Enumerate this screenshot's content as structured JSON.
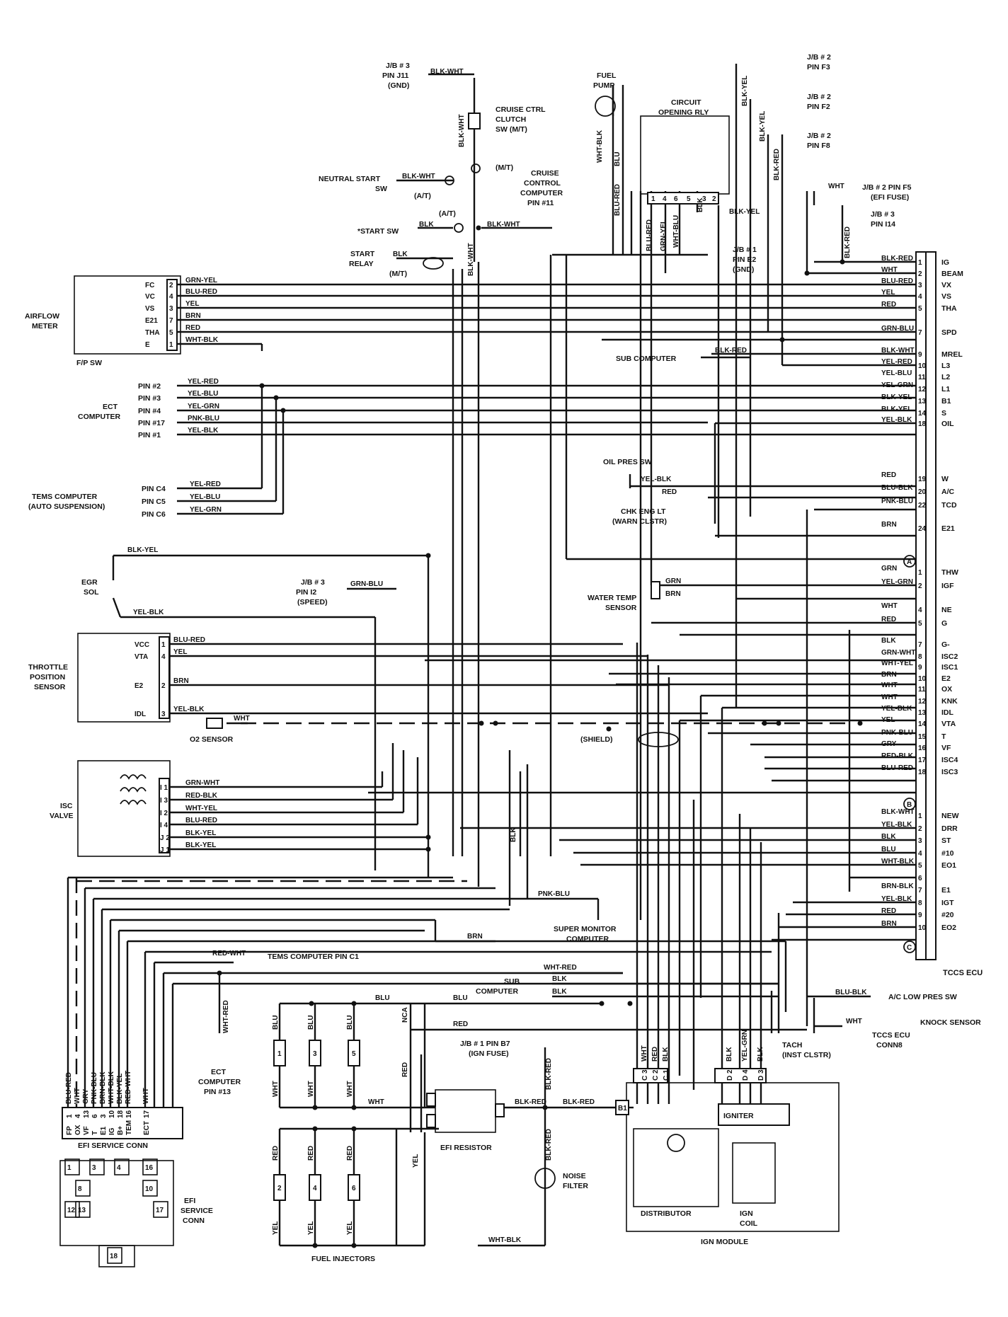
{
  "ecu": {
    "title": "TCCS ECU",
    "section_a": [
      {
        "pin": "1",
        "name": "IG",
        "wire": "BLK-RED"
      },
      {
        "pin": "2",
        "name": "BEAM",
        "wire": "WHT"
      },
      {
        "pin": "3",
        "name": "VX",
        "wire": "BLU-RED"
      },
      {
        "pin": "4",
        "name": "VS",
        "wire": "YEL"
      },
      {
        "pin": "5",
        "name": "THA",
        "wire": "RED"
      },
      {
        "pin": "7",
        "name": "SPD",
        "wire": "GRN-BLU"
      },
      {
        "pin": "9",
        "name": "MREL",
        "wire": "BLK-WHT"
      },
      {
        "pin": "10",
        "name": "L3",
        "wire": "YEL-RED"
      },
      {
        "pin": "11",
        "name": "L2",
        "wire": "YEL-BLU"
      },
      {
        "pin": "12",
        "name": "L1",
        "wire": "YEL-GRN"
      },
      {
        "pin": "13",
        "name": "B1",
        "wire": "BLK-YEL"
      },
      {
        "pin": "14",
        "name": "S",
        "wire": "BLK-YEL"
      },
      {
        "pin": "18",
        "name": "OIL",
        "wire": "YEL-BLK"
      },
      {
        "pin": "19",
        "name": "W",
        "wire": "RED"
      },
      {
        "pin": "20",
        "name": "A/C",
        "wire": "BLU-BLK"
      },
      {
        "pin": "22",
        "name": "TCD",
        "wire": "PNK-BLU"
      },
      {
        "pin": "24",
        "name": "E21",
        "wire": "BRN"
      }
    ],
    "marker_a": "A",
    "section_b": [
      {
        "pin": "1",
        "name": "THW",
        "wire": "GRN"
      },
      {
        "pin": "2",
        "name": "IGF",
        "wire": "YEL-GRN"
      },
      {
        "pin": "4",
        "name": "NE",
        "wire": "WHT"
      },
      {
        "pin": "5",
        "name": "G",
        "wire": "RED"
      },
      {
        "pin": "7",
        "name": "G-",
        "wire": "BLK"
      },
      {
        "pin": "8",
        "name": "ISC2",
        "wire": "GRN-WHT"
      },
      {
        "pin": "9",
        "name": "ISC1",
        "wire": "WHT-YEL"
      },
      {
        "pin": "10",
        "name": "E2",
        "wire": "BRN"
      },
      {
        "pin": "11",
        "name": "OX",
        "wire": "WHT"
      },
      {
        "pin": "12",
        "name": "KNK",
        "wire": "WHT"
      },
      {
        "pin": "13",
        "name": "IDL",
        "wire": "YEL-BLK"
      },
      {
        "pin": "14",
        "name": "VTA",
        "wire": "YEL"
      },
      {
        "pin": "15",
        "name": "T",
        "wire": "PNK-BLU"
      },
      {
        "pin": "16",
        "name": "VF",
        "wire": "GRY"
      },
      {
        "pin": "17",
        "name": "ISC4",
        "wire": "RED-BLK"
      },
      {
        "pin": "18",
        "name": "ISC3",
        "wire": "BLU-RED"
      }
    ],
    "marker_b": "B",
    "section_c": [
      {
        "pin": "1",
        "name": "NEW",
        "wire": "BLK-WHT"
      },
      {
        "pin": "2",
        "name": "DRR",
        "wire": "YEL-BLK"
      },
      {
        "pin": "3",
        "name": "ST",
        "wire": "BLK"
      },
      {
        "pin": "4",
        "name": "#10",
        "wire": "BLU"
      },
      {
        "pin": "5",
        "name": "EO1",
        "wire": "WHT-BLK"
      },
      {
        "pin": "6",
        "name": "",
        "wire": ""
      },
      {
        "pin": "7",
        "name": "E1",
        "wire": "BRN-BLK"
      },
      {
        "pin": "8",
        "name": "IGT",
        "wire": "YEL-BLK"
      },
      {
        "pin": "9",
        "name": "#20",
        "wire": "RED"
      },
      {
        "pin": "10",
        "name": "EO2",
        "wire": "BRN"
      }
    ],
    "marker_c": "C"
  },
  "top": {
    "jb3_j11": {
      "line1": "J/B # 3",
      "line2": "PIN J11",
      "line3": "(GND)",
      "wire": "BLK-WHT"
    },
    "cruise_clutch": {
      "line1": "CRUISE CTRL",
      "line2": "CLUTCH",
      "line3": "SW (M/T)"
    },
    "neutral_start": {
      "line1": "NEUTRAL START",
      "line2": "SW",
      "wire": "BLK-WHT",
      "at": "(A/T)",
      "mt": "(M/T)"
    },
    "cruise_computer": {
      "line1": "CRUISE",
      "line2": "CONTROL",
      "line3": "COMPUTER",
      "line4": "PIN #11",
      "wire": "BLK-WHT"
    },
    "start_sw": {
      "label": "*START SW",
      "wire": "BLK",
      "at": "(A/T)"
    },
    "start_relay": {
      "line1": "START",
      "line2": "RELAY",
      "wire": "BLK",
      "mt": "(M/T)",
      "vwire": "BLK-WHT"
    },
    "fuel_pump": {
      "line1": "FUEL",
      "line2": "PUMP",
      "w1": "WHT-BLK",
      "w2": "BLU",
      "w3": "BLU-RED"
    },
    "circuit_relay": {
      "line1": "CIRCUIT",
      "line2": "OPENING RLY",
      "pins": [
        "1",
        "4",
        "6",
        "5",
        "3",
        "2"
      ],
      "w1": "BLU-RED",
      "w2": "GRN-YEL",
      "w3": "WHT-BLU",
      "w4": "BLK",
      "w5": "BLK-YEL"
    },
    "jb1_e2": {
      "line1": "J/B # 1",
      "line2": "PIN E2",
      "line3": "(GND)"
    },
    "jb2_f3": {
      "line1": "J/B # 2",
      "line2": "PIN F3",
      "wire": "BLK-YEL"
    },
    "jb2_f2": {
      "line1": "J/B # 2",
      "line2": "PIN F2",
      "wire": "BLK-YEL"
    },
    "jb2_f8": {
      "line1": "J/B # 2",
      "line2": "PIN F8",
      "wire": "BLK-RED"
    },
    "jb2_f5": {
      "line1": "J/B # 2 PIN F5",
      "line2": "(EFI FUSE)",
      "wire": "WHT"
    },
    "jb3_i14": {
      "line1": "J/B # 3",
      "line2": "PIN I14",
      "wire": "BLK-RED"
    }
  },
  "airflow": {
    "label1": "AIRFLOW",
    "label2": "METER",
    "fpsw": "F/P SW",
    "pins": [
      {
        "name": "FC",
        "num": "2",
        "wire": "GRN-YEL"
      },
      {
        "name": "VC",
        "num": "4",
        "wire": "BLU-RED"
      },
      {
        "name": "VS",
        "num": "3",
        "wire": "YEL"
      },
      {
        "name": "E21",
        "num": "7",
        "wire": "BRN"
      },
      {
        "name": "THA",
        "num": "5",
        "wire": "RED"
      },
      {
        "name": "E",
        "num": "1",
        "wire": "WHT-BLK"
      }
    ]
  },
  "ect": {
    "label1": "ECT",
    "label2": "COMPUTER",
    "pins": [
      {
        "name": "PIN #2",
        "wire": "YEL-RED"
      },
      {
        "name": "PIN #3",
        "wire": "YEL-BLU"
      },
      {
        "name": "PIN #4",
        "wire": "YEL-GRN"
      },
      {
        "name": "PIN #17",
        "wire": "PNK-BLU"
      },
      {
        "name": "PIN #1",
        "wire": "YEL-BLK"
      }
    ]
  },
  "tems": {
    "label1": "TEMS COMPUTER",
    "label2": "(AUTO SUSPENSION)",
    "pins": [
      {
        "name": "PIN C4",
        "wire": "YEL-RED"
      },
      {
        "name": "PIN C5",
        "wire": "YEL-BLU"
      },
      {
        "name": "PIN C6",
        "wire": "YEL-GRN"
      }
    ]
  },
  "subcomp_top": {
    "label": "SUB COMPUTER",
    "wire": "BLK-RED"
  },
  "oil": {
    "label": "OIL PRES SW",
    "wire": "YEL-BLK"
  },
  "chk": {
    "line1": "CHK ENG LT",
    "line2": "(WARN CLSTR)",
    "wire": "RED"
  },
  "egr": {
    "line1": "EGR",
    "line2": "SOL",
    "w1": "BLK-YEL",
    "w2": "YEL-BLK"
  },
  "jb3_i12": {
    "line1": "J/B # 3",
    "line2": "PIN I2",
    "line3": "(SPEED)",
    "wire": "GRN-BLU"
  },
  "water": {
    "line1": "WATER TEMP",
    "line2": "SENSOR",
    "w1": "GRN",
    "w2": "BRN"
  },
  "tps": {
    "line1": "THROTTLE",
    "line2": "POSITION",
    "line3": "SENSOR",
    "pins": [
      {
        "name": "VCC",
        "num": "1",
        "wire": "BLU-RED"
      },
      {
        "name": "VTA",
        "num": "4",
        "wire": "YEL"
      },
      {
        "name": "E2",
        "num": "2",
        "wire": "BRN"
      },
      {
        "name": "IDL",
        "num": "3",
        "wire": "YEL-BLK"
      }
    ]
  },
  "o2": {
    "label": "O2 SENSOR",
    "wire": "WHT",
    "shield": "(SHIELD)"
  },
  "isc": {
    "line1": "ISC",
    "line2": "VALVE",
    "pins": [
      {
        "num": "I 1",
        "wire": "GRN-WHT"
      },
      {
        "num": "I 3",
        "wire": "RED-BLK"
      },
      {
        "num": "I 2",
        "wire": "WHT-YEL"
      },
      {
        "num": "I 4",
        "wire": "BLU-RED"
      },
      {
        "num": "J 2",
        "wire": "BLK-YEL"
      },
      {
        "num": "J 1",
        "wire": "BLK-YEL"
      }
    ]
  },
  "vertical_blk": "BLK",
  "super_monitor": {
    "line1": "SUPER MONITOR",
    "line2": "COMPUTER",
    "w1": "PNK-BLU",
    "w2": "BRN"
  },
  "tems_c1": {
    "label": "TEMS COMPUTER PIN C1",
    "wire": "RED-WHT"
  },
  "sub_comp2": {
    "line1": "SUB",
    "line2": "COMPUTER",
    "w1": "WHT-RED",
    "w2": "BLK",
    "w3": "BLK"
  },
  "ac_low": {
    "label": "A/C LOW PRES SW",
    "wire": "BLU-BLK"
  },
  "knock": {
    "label": "KNOCK SENSOR",
    "wire": "WHT"
  },
  "tccs_conn": {
    "line1": "TCCS ECU",
    "line2": "CONN8"
  },
  "tach": {
    "line1": "TACH",
    "line2": "(INST CLSTR)"
  },
  "ect_pin13": {
    "line1": "ECT",
    "line2": "COMPUTER",
    "line3": "PIN #13",
    "wire": "WHT-RED"
  },
  "jb1_b7": {
    "line1": "J/B # 1 PIN B7",
    "line2": "(IGN FUSE)",
    "w1": "BLK-RED",
    "w2": "BLK-RED",
    "w3": "BLK-RED",
    "w4": "BLK-RED"
  },
  "efi_resistor": "EFI RESISTOR",
  "noise": {
    "line1": "NOISE",
    "line2": "FILTER",
    "wire": "WHT-BLK"
  },
  "injectors": {
    "label": "FUEL INJECTORS",
    "top": [
      {
        "num": "1",
        "w_up": "BLU",
        "w_dn": "WHT"
      },
      {
        "num": "3",
        "w_up": "BLU",
        "w_dn": "WHT"
      },
      {
        "num": "5",
        "w_up": "BLU",
        "w_dn": "WHT"
      }
    ],
    "bottom": [
      {
        "num": "2",
        "w_up": "RED",
        "w_dn": "YEL"
      },
      {
        "num": "4",
        "w_up": "RED",
        "w_dn": "YEL"
      },
      {
        "num": "6",
        "w_up": "RED",
        "w_dn": "YEL"
      }
    ],
    "w_blu": "BLU",
    "w_blu2": "BLU",
    "w_red": "RED",
    "w_red2": "RED",
    "w_wht": "WHT",
    "w_yel": "YEL",
    "w_nca": "NCA"
  },
  "ign_module": {
    "label": "IGN MODULE",
    "igniter": "IGNITER",
    "distributor": "DISTRIBUTOR",
    "coil1": "IGN",
    "coil2": "COIL",
    "c_pins": [
      "C 3",
      "C 2",
      "C 1"
    ],
    "c_wires": [
      "WHT",
      "RED",
      "BLK"
    ],
    "d_pins": [
      "D 2",
      "D 4",
      "D 3"
    ],
    "d_wires": [
      "BLK",
      "YEL-GRN",
      "BLK"
    ],
    "b1": "B1",
    "b1_wire": "BLK-RED"
  },
  "efi_conn": {
    "label": "EFI SERVICE CONN",
    "wires": [
      "BLU-RED",
      "WHT",
      "GRY",
      "PNK-BLU",
      "BRN-BLK",
      "WHT-BLK",
      "BLK-YEL",
      "RED-WHT",
      "WHT"
    ],
    "nums": [
      "1",
      "4",
      "13",
      "6",
      "3",
      "10",
      "18",
      "16",
      "17"
    ],
    "names": [
      "FP",
      "OX",
      "VF",
      "T",
      "E1",
      "IG",
      "B+",
      "TEM",
      "ECT"
    ]
  },
  "efi_conn2": {
    "line1": "EFI",
    "line2": "SERVICE",
    "line3": "CONN",
    "nums": [
      "1",
      "3",
      "4",
      "8",
      "10",
      "16",
      "17",
      "12",
      "13",
      "18"
    ]
  }
}
